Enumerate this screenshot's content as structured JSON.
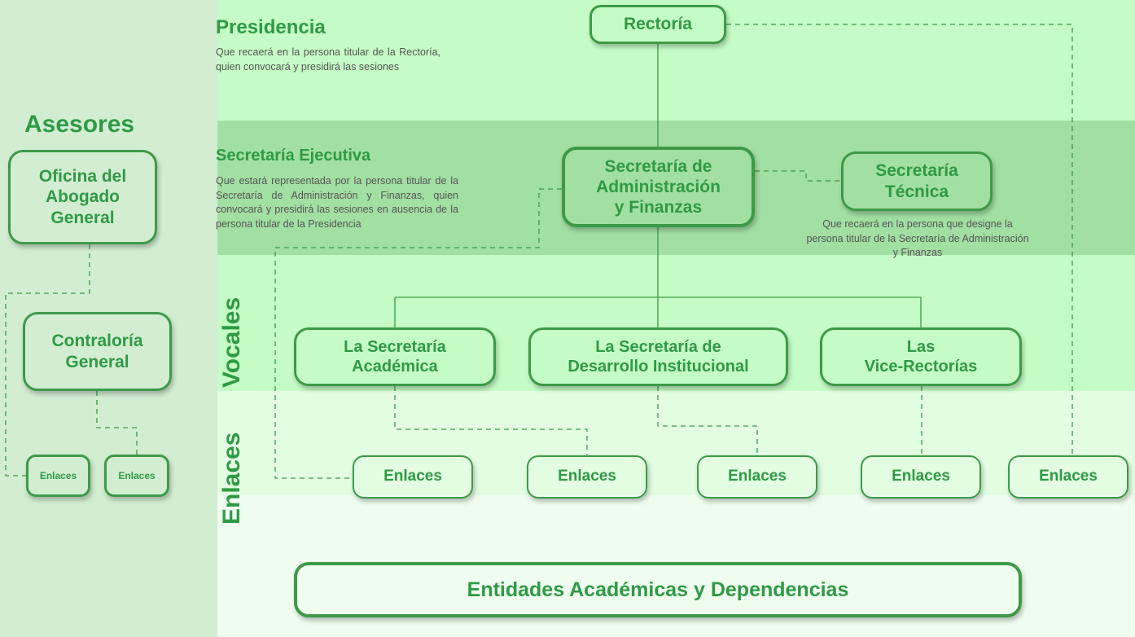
{
  "left": {
    "title": "Asesores",
    "oficina": "Oficina del\nAbogado\nGeneral",
    "contraloria": "Contraloría\nGeneral",
    "enlaces": [
      "Enlaces",
      "Enlaces"
    ]
  },
  "presidencia": {
    "title": "Presidencia",
    "desc": "Que recaerá en la persona titular de la Rectoría, quien convocará y presidirá las sesiones",
    "box": "Rectoría"
  },
  "ejecutiva": {
    "title": "Secretaría Ejecutiva",
    "desc": "Que estará representada por la persona titular de la Secretaría de Administración y Finanzas, quien convocará y presidirá las sesiones en ausencia de la persona titular de la Presidencia",
    "box": "Secretaría de\nAdministración\ny Finanzas"
  },
  "tecnica": {
    "box": "Secretaría\nTécnica",
    "desc": "Que recaerá en la persona que designe la persona titular de la Secretaría de Administración y Finanzas"
  },
  "vocales": {
    "label": "Vocales",
    "boxes": [
      "La Secretaría\nAcadémica",
      "La Secretaría de\nDesarrollo Institucional",
      "Las\nVice-Rectorías"
    ]
  },
  "enlaces": {
    "label": "Enlaces",
    "boxes": [
      "Enlaces",
      "Enlaces",
      "Enlaces",
      "Enlaces",
      "Enlaces"
    ]
  },
  "entidades": "Entidades Académicas y Dependencias"
}
